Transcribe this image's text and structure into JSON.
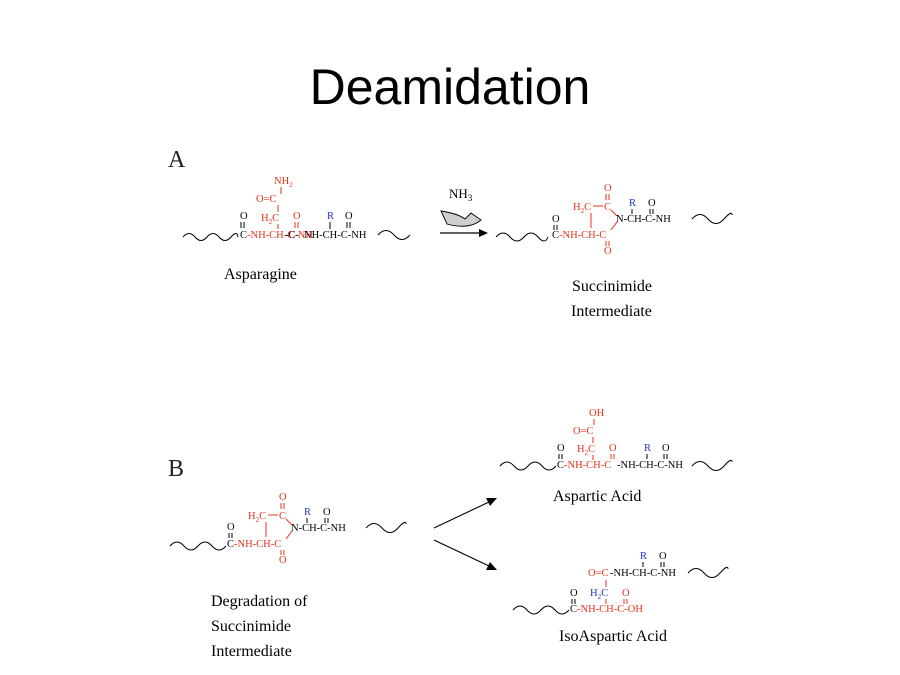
{
  "slide": {
    "title": "Deamidation"
  },
  "colors": {
    "red": "#e8301a",
    "blue": "#2230c8",
    "black": "#000000"
  },
  "panels": {
    "a": {
      "letter": "A",
      "arrow_label_base": "NH",
      "arrow_label_sub": "3",
      "reactant_name": "Asparagine",
      "product_name_line1": "Succinimide",
      "product_name_line2": "Intermediate"
    },
    "b": {
      "letter": "B",
      "start_name_line1": "Degradation of",
      "start_name_line2": "Succinimide",
      "start_name_line3": "Intermediate",
      "product1_name": "Aspartic Acid",
      "product2_name": "IsoAspartic Acid"
    }
  },
  "atoms": {
    "o": "O",
    "r": "R",
    "c": "C",
    "nh": "NH",
    "nh2_base": "NH",
    "sub2": "2",
    "h2c_h": "H",
    "h2c_c": "C",
    "oeq": "O=C",
    "oh": "OH",
    "dash_c": "-C",
    "c_dash": "C-",
    "dash_c_dash": "-C-",
    "c_nh_ch_c": "C-NH-CH-C",
    "c_nh_ch_c_dash": "C-NH-CH-C-",
    "c_nh_ch_c_oh": "C-NH-CH-C-OH",
    "nh_ch_c_nh": "NH-CH-C-NH",
    "n_ch_c_nh": "N-CH-C-NH",
    "dash_nh_ch_c_nh": "-NH-CH-C-NH"
  }
}
